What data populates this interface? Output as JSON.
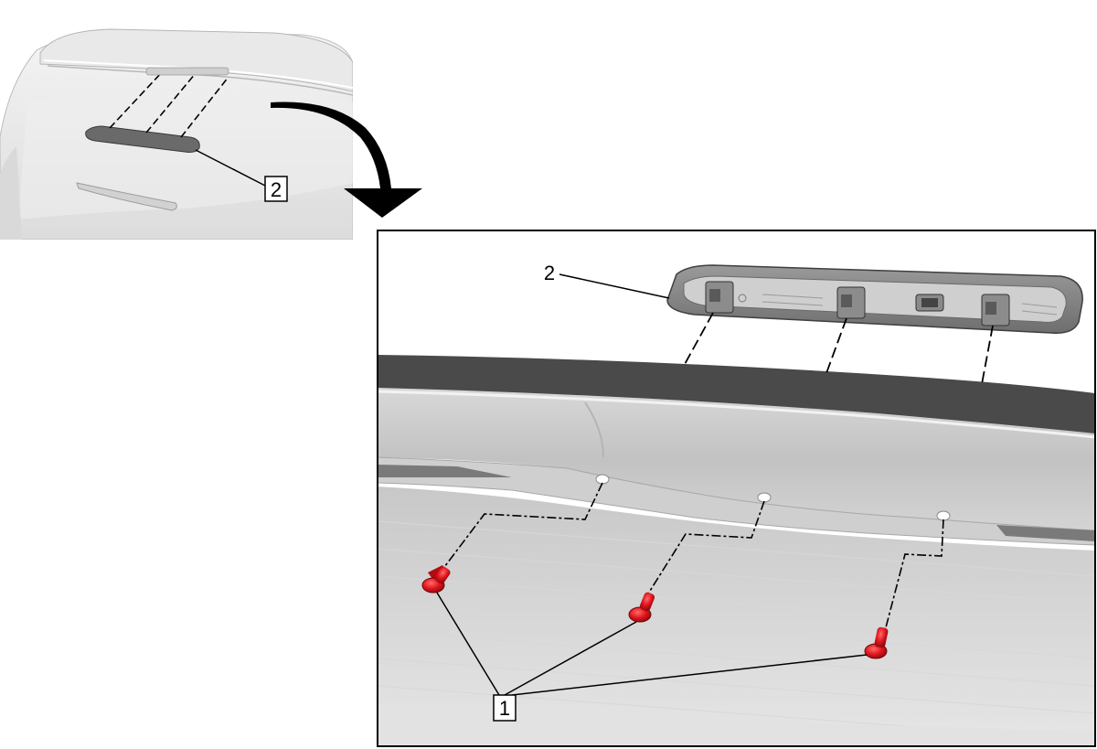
{
  "callouts": {
    "overview_bracket_2": "2",
    "detail_label_2": "2",
    "detail_bracket_1": "1"
  },
  "colors": {
    "fastener_red": "#e0141c",
    "lamp_dark": "#5d5d5d",
    "body_light": "#e7e7e7",
    "frame": "#000000"
  }
}
